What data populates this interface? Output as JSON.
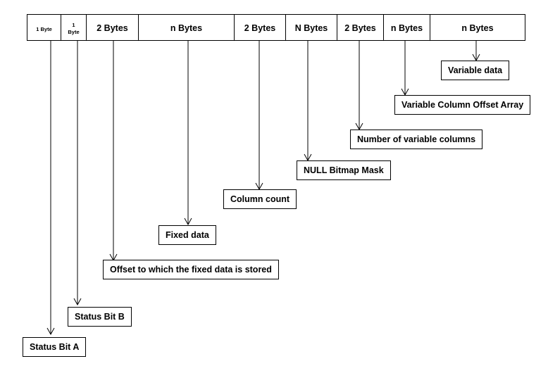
{
  "fields": [
    {
      "id": "f1",
      "size": "1 Byte",
      "label": "Status Bit A"
    },
    {
      "id": "f2",
      "size": "1\nByte",
      "label": "Status Bit B"
    },
    {
      "id": "f3",
      "size": "2 Bytes",
      "label": "Offset to which the fixed data is stored"
    },
    {
      "id": "f4",
      "size": "n Bytes",
      "label": "Fixed data"
    },
    {
      "id": "f5",
      "size": "2  Bytes",
      "label": "Column count"
    },
    {
      "id": "f6",
      "size": "N Bytes",
      "label": "NULL Bitmap Mask"
    },
    {
      "id": "f7",
      "size": "2 Bytes",
      "label": "Number of variable columns"
    },
    {
      "id": "f8",
      "size": "n Bytes",
      "label": "Variable Column Offset Array"
    },
    {
      "id": "f9",
      "size": "n Bytes",
      "label": "Variable data"
    }
  ]
}
